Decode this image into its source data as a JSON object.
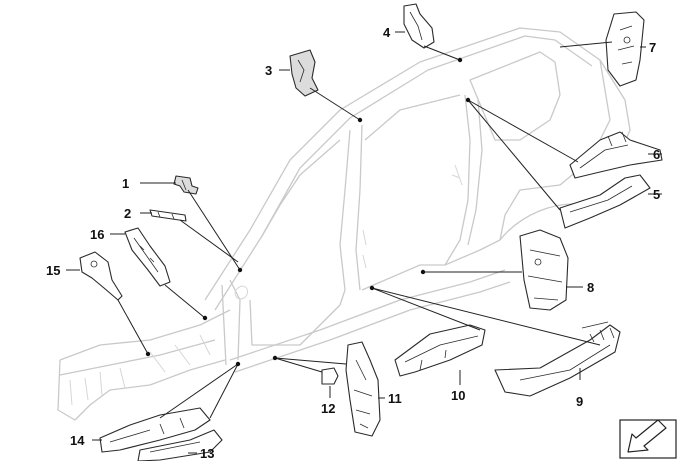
{
  "callouts": [
    {
      "id": "p1",
      "label": "1"
    },
    {
      "id": "p2",
      "label": "2"
    },
    {
      "id": "p3",
      "label": "3"
    },
    {
      "id": "p4",
      "label": "4"
    },
    {
      "id": "p5",
      "label": "5"
    },
    {
      "id": "p6",
      "label": "6"
    },
    {
      "id": "p7",
      "label": "7"
    },
    {
      "id": "p8",
      "label": "8"
    },
    {
      "id": "p9",
      "label": "9"
    },
    {
      "id": "p10",
      "label": "10"
    },
    {
      "id": "p11",
      "label": "11"
    },
    {
      "id": "p12",
      "label": "12"
    },
    {
      "id": "p13",
      "label": "13"
    },
    {
      "id": "p14",
      "label": "14"
    },
    {
      "id": "p15",
      "label": "15"
    },
    {
      "id": "p16",
      "label": "16"
    }
  ],
  "icons": {
    "direction": "direction-arrow-icon"
  }
}
